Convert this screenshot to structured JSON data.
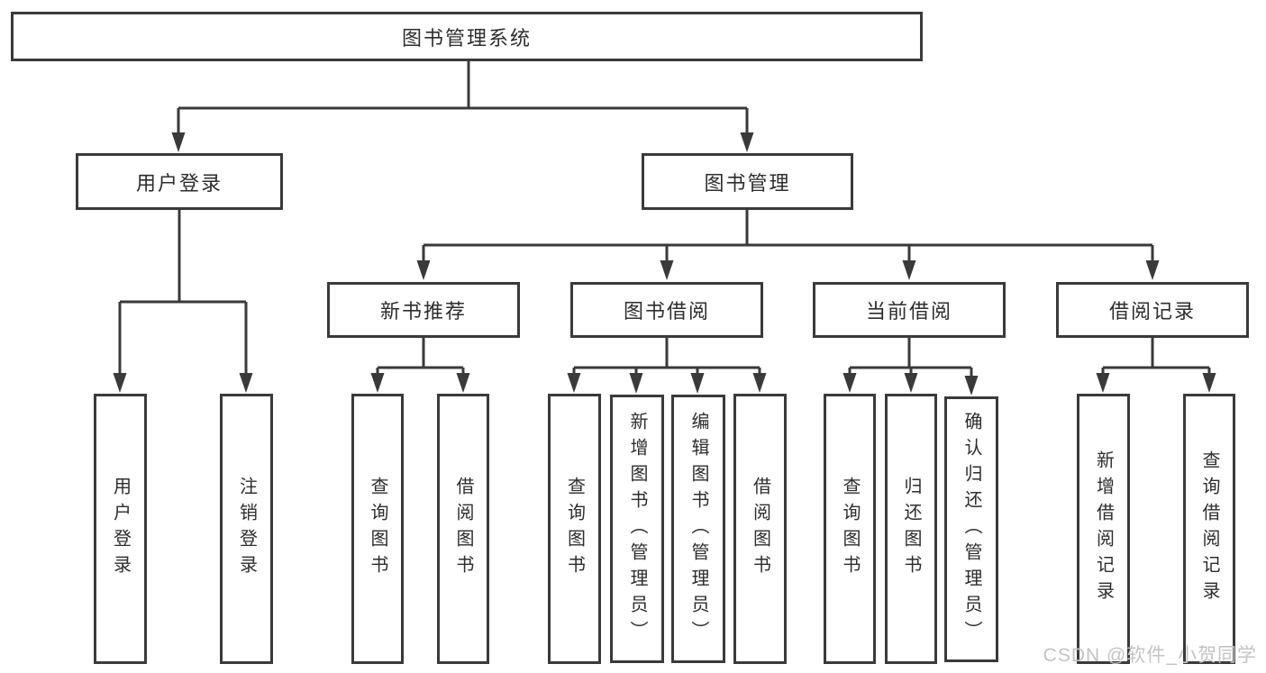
{
  "diagram": {
    "root": "图书管理系统",
    "user_login": {
      "label": "用户登录",
      "children": [
        "用户登录",
        "注销登录"
      ]
    },
    "book_management": {
      "label": "图书管理",
      "sections": [
        {
          "label": "新书推荐",
          "children": [
            "查询图书",
            "借阅图书"
          ]
        },
        {
          "label": "图书借阅",
          "children": [
            "查询图书",
            "新增图书（管理员）",
            "编辑图书（管理员）",
            "借阅图书"
          ]
        },
        {
          "label": "当前借阅",
          "children": [
            "查询图书",
            "归还图书",
            "确认归还（管理员）"
          ]
        },
        {
          "label": "借阅记录",
          "children": [
            "新增借阅记录",
            "查询借阅记录"
          ]
        }
      ]
    },
    "watermark": "CSDN @软件_小贺同学",
    "colors": {
      "line": "#3a3a3a",
      "text": "#2d2d2d",
      "watermark": "#c3c3c3",
      "background": "#ffffff"
    }
  }
}
